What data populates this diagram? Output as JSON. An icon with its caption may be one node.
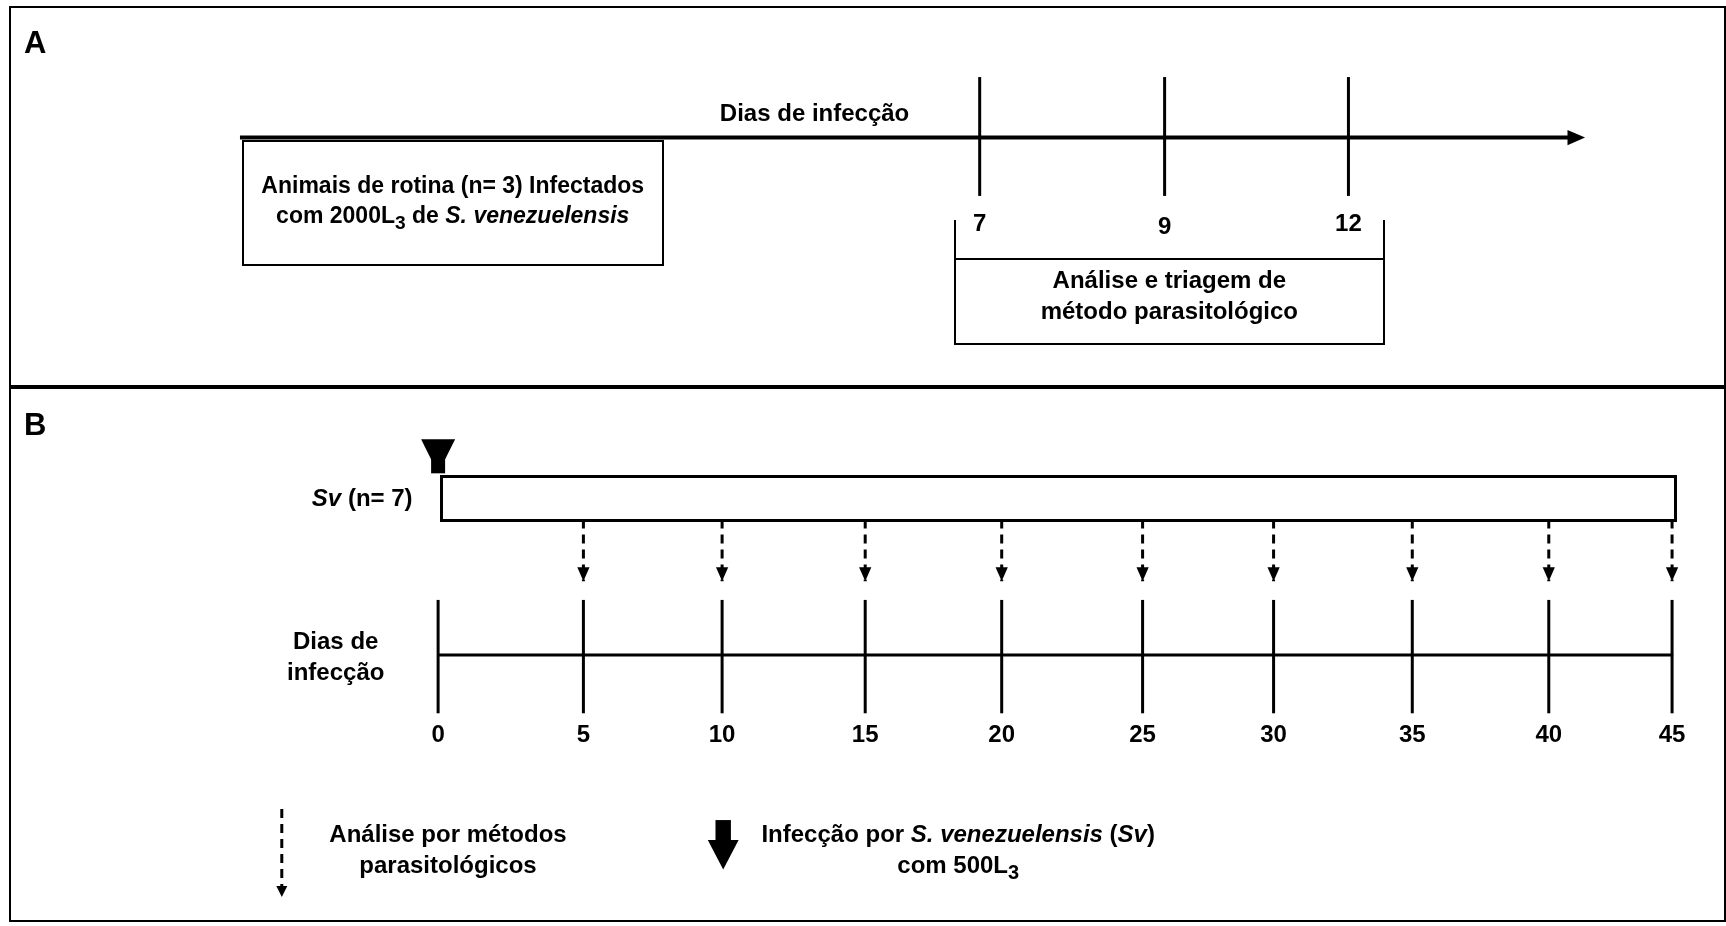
{
  "diagram": {
    "nodes": [
      {
        "text": [
          "A"
        ]
      },
      {
        "text": [
          "Animais de rotina (n= 3) Infectados com 2000L$_{3}$ de *S. venezuelensis*"
        ],
        "in": 0
      },
      {
        "text": [
          "Análise e triagem de método parasitológico"
        ],
        "in": 0
      },
      {
        "text": [
          "B"
        ]
      },
      {
        "text": [],
        "shape": "bar",
        "beside": [
          "*Sv* (n= 7)"
        ],
        "in": 3
      }
    ],
    "edges": [
      {
        "from": 4,
        "to": null,
        "arrow": "to",
        "style": "dashed"
      },
      {
        "from": 4,
        "to": null,
        "arrow": "to",
        "style": "dashed"
      },
      {
        "from": 4,
        "to": null,
        "arrow": "to",
        "style": "dashed"
      },
      {
        "from": 4,
        "to": null,
        "arrow": "to",
        "style": "dashed"
      },
      {
        "from": 4,
        "to": null,
        "arrow": "to",
        "style": "dashed"
      },
      {
        "from": 4,
        "to": null,
        "arrow": "to",
        "style": "dashed"
      },
      {
        "from": 4,
        "to": null,
        "arrow": "to",
        "style": "dashed"
      },
      {
        "from": 4,
        "to": null,
        "arrow": "to",
        "style": "dashed"
      },
      {
        "from": 4,
        "to": null,
        "arrow": "to",
        "style": "dashed"
      },
      {
        "from": null,
        "to": 4,
        "arrow": "to",
        "style": "thick"
      }
    ],
    "labels": [
      "Dias de infecção",
      "7",
      "9",
      "12",
      "Dias de infecção",
      "0",
      "5",
      "10",
      "15",
      "20",
      "25",
      "30",
      "35",
      "40",
      "45"
    ],
    "legend": [
      {
        "text": "Análise por métodos parasitológicos"
      },
      {
        "text": "Infecção por *S. venezuelensis* (*Sv*) com 500L$_{3}$"
      }
    ]
  }
}
